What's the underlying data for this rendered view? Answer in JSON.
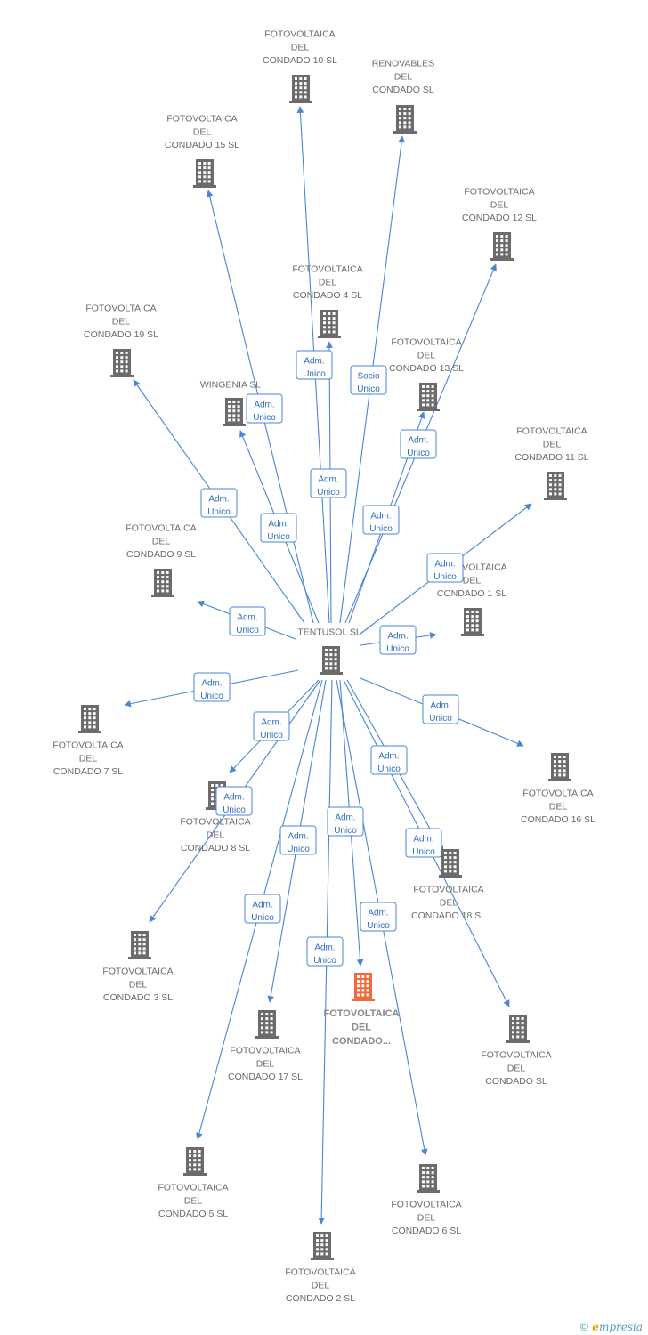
{
  "colors": {
    "edge": "#4a86d4",
    "building": "#6b6b6b",
    "highlight": "#f26a3c"
  },
  "center": {
    "id": "tentusol",
    "label": [
      "TENTUSOL SL"
    ]
  },
  "nodes": [
    {
      "id": "n10",
      "label": [
        "FOTOVOLTAICA",
        "DEL",
        "CONDADO 10 SL"
      ]
    },
    {
      "id": "ren",
      "label": [
        "RENOVABLES",
        "DEL",
        "CONDADO SL"
      ]
    },
    {
      "id": "n15",
      "label": [
        "FOTOVOLTAICA",
        "DEL",
        "CONDADO 15 SL"
      ]
    },
    {
      "id": "n12",
      "label": [
        "FOTOVOLTAICA",
        "DEL",
        "CONDADO 12 SL"
      ]
    },
    {
      "id": "n4",
      "label": [
        "FOTOVOLTAICA",
        "DEL",
        "CONDADO 4 SL"
      ]
    },
    {
      "id": "n19",
      "label": [
        "FOTOVOLTAICA",
        "DEL",
        "CONDADO 19 SL"
      ]
    },
    {
      "id": "n13",
      "label": [
        "FOTOVOLTAICA",
        "DEL",
        "CONDADO 13 SL"
      ]
    },
    {
      "id": "win",
      "label": [
        "WINGENIA SL"
      ]
    },
    {
      "id": "n11",
      "label": [
        "FOTOVOLTAICA",
        "DEL",
        "CONDADO 11 SL"
      ]
    },
    {
      "id": "n9",
      "label": [
        "FOTOVOLTAICA",
        "DEL",
        "CONDADO 9 SL"
      ]
    },
    {
      "id": "n1",
      "label": [
        "FOTOVOLTAICA",
        "DEL",
        "CONDADO 1 SL"
      ]
    },
    {
      "id": "n7",
      "label": [
        "FOTOVOLTAICA",
        "DEL",
        "CONDADO 7 SL"
      ]
    },
    {
      "id": "n16",
      "label": [
        "FOTOVOLTAICA",
        "DEL",
        "CONDADO 16 SL"
      ]
    },
    {
      "id": "n8",
      "label": [
        "FOTOVOLTAICA",
        "DEL",
        "CONDADO 8 SL"
      ]
    },
    {
      "id": "n18",
      "label": [
        "FOTOVOLTAICA",
        "DEL",
        "CONDADO 18 SL"
      ]
    },
    {
      "id": "n3",
      "label": [
        "FOTOVOLTAICA",
        "DEL",
        "CONDADO 3 SL"
      ]
    },
    {
      "id": "hl",
      "label": [
        "FOTOVOLTAICA",
        "DEL",
        "CONDADO..."
      ],
      "highlight": true
    },
    {
      "id": "n17",
      "label": [
        "FOTOVOLTAICA",
        "DEL",
        "CONDADO 17 SL"
      ]
    },
    {
      "id": "nsl",
      "label": [
        "FOTOVOLTAICA",
        "DEL",
        "CONDADO SL"
      ]
    },
    {
      "id": "n5",
      "label": [
        "FOTOVOLTAICA",
        "DEL",
        "CONDADO 5 SL"
      ]
    },
    {
      "id": "n6",
      "label": [
        "FOTOVOLTAICA",
        "DEL",
        "CONDADO 6 SL"
      ]
    },
    {
      "id": "n2",
      "label": [
        "FOTOVOLTAICA",
        "DEL",
        "CONDADO 2 SL"
      ]
    }
  ],
  "edges": [
    {
      "to": "n10",
      "label": [
        "Adm.",
        "Unico"
      ]
    },
    {
      "to": "ren",
      "label": [
        "Socio",
        "Único"
      ]
    },
    {
      "to": "n15",
      "label": [
        "Adm.",
        "Unico"
      ]
    },
    {
      "to": "n12",
      "label": [
        "Adm.",
        "Unico"
      ]
    },
    {
      "to": "n4",
      "label": [
        "Adm.",
        "Unico"
      ]
    },
    {
      "to": "n19",
      "label": [
        "Adm.",
        "Unico"
      ]
    },
    {
      "to": "n13",
      "label": [
        "Adm.",
        "Unico"
      ]
    },
    {
      "to": "win",
      "label": [
        "Adm.",
        "Unico"
      ]
    },
    {
      "to": "n11",
      "label": [
        "Adm.",
        "Unico"
      ]
    },
    {
      "to": "n9",
      "label": [
        "Adm.",
        "Unico"
      ]
    },
    {
      "to": "n1",
      "label": [
        "Adm.",
        "Unico"
      ]
    },
    {
      "to": "n7",
      "label": [
        "Adm.",
        "Unico"
      ]
    },
    {
      "to": "n16",
      "label": [
        "Adm.",
        "Unico"
      ]
    },
    {
      "to": "n8",
      "label": [
        "Adm.",
        "Unico"
      ]
    },
    {
      "to": "n18",
      "label": [
        "Adm.",
        "Unico"
      ]
    },
    {
      "to": "n3",
      "label": [
        "Adm.",
        "Unico"
      ]
    },
    {
      "to": "hl",
      "label": [
        "Adm.",
        "Unico"
      ]
    },
    {
      "to": "n17",
      "label": [
        "Adm.",
        "Unico"
      ]
    },
    {
      "to": "nsl",
      "label": [
        "Adm.",
        "Unico"
      ]
    },
    {
      "to": "n5",
      "label": [
        "Adm.",
        "Unico"
      ]
    },
    {
      "to": "n6",
      "label": [
        "Adm.",
        "Unico"
      ]
    },
    {
      "to": "n2",
      "label": [
        "Adm.",
        "Unico"
      ]
    }
  ],
  "brand": {
    "copyright": "©",
    "first_letter": "e",
    "rest": "mpresia"
  }
}
